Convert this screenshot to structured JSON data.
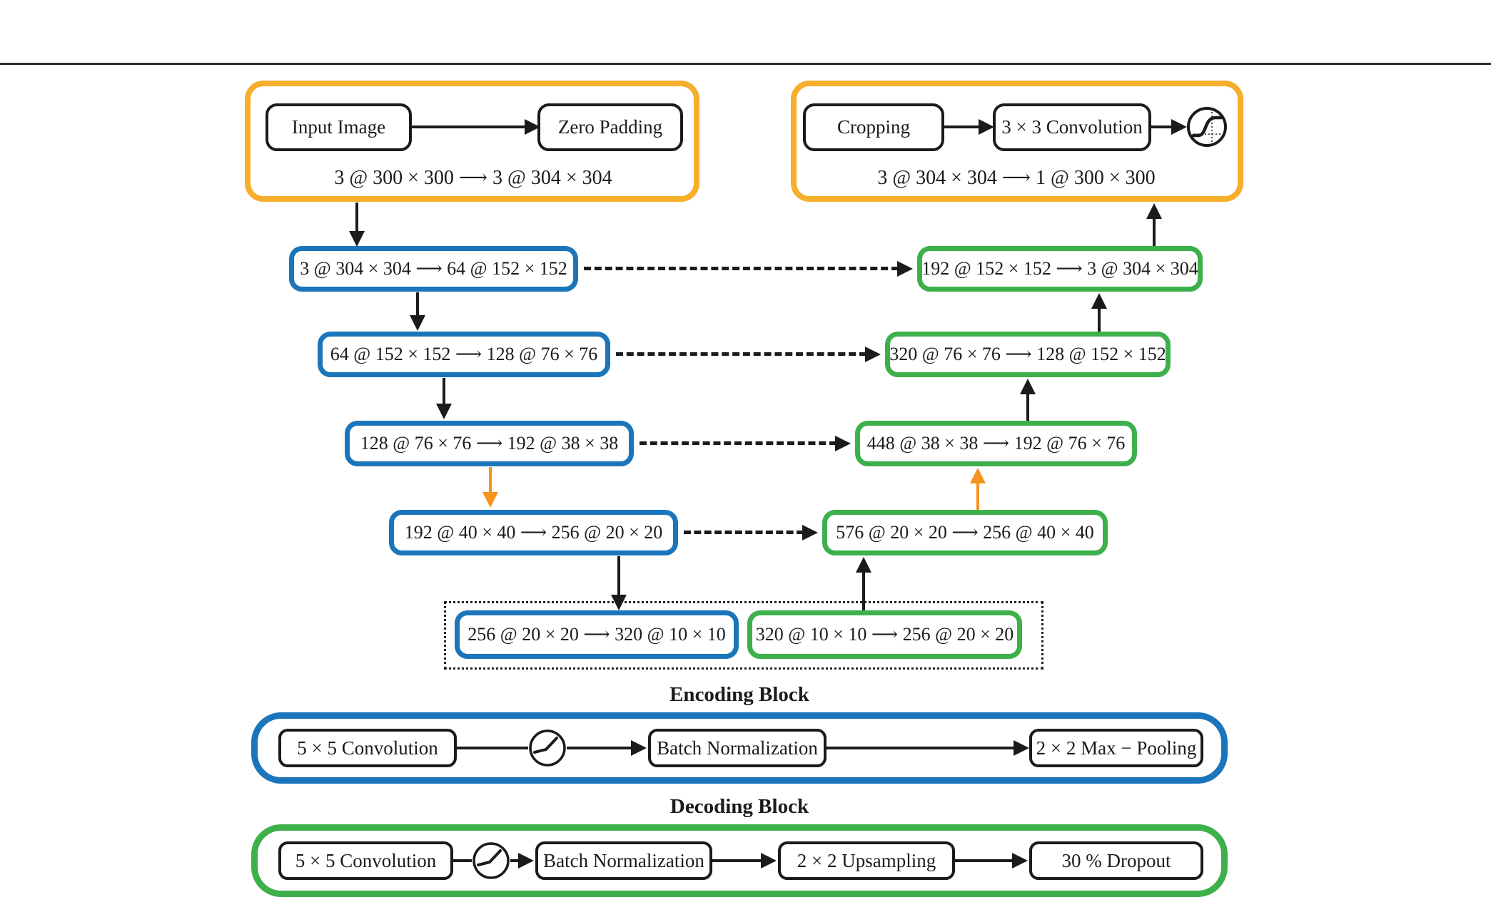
{
  "figure": {
    "type": "neural-network-architecture-diagram",
    "colors": {
      "io_frame_yellow": "#F5AF2B",
      "encoder_blue": "#1B75BB",
      "decoder_green": "#3DB04B",
      "skip_arrow_black": "#1b1b1b",
      "resize_arrow_orange": "#F6921E",
      "background": "#ffffff"
    }
  },
  "input_group": {
    "input_image_label": "Input Image",
    "zero_padding_label": "Zero Padding",
    "caption": "3 @ 300 × 300 ⟶ 3 @ 304 × 304"
  },
  "output_group": {
    "cropping_label": "Cropping",
    "convolution_label": "3 × 3 Convolution",
    "activation_icon": "sigmoid-icon",
    "caption": "3 @ 304 × 304 ⟶ 1 @ 300 × 300"
  },
  "encoder_path": [
    {
      "label": "3 @ 304 × 304 ⟶ 64 @ 152 × 152"
    },
    {
      "label": "64 @ 152 × 152 ⟶ 128 @ 76 × 76"
    },
    {
      "label": "128 @ 76 × 76 ⟶ 192 @ 38 × 38"
    },
    {
      "label": "192 @ 40 × 40 ⟶ 256 @ 20 × 20"
    }
  ],
  "bottleneck": {
    "encoder_label": "256 @ 20 × 20 ⟶ 320 @ 10 × 10",
    "decoder_label": "320 @ 10 × 10 ⟶ 256 @ 20 × 20"
  },
  "decoder_path": [
    {
      "label": "192 @ 152 × 152 ⟶ 3 @ 304 × 304"
    },
    {
      "label": "320 @ 76 × 76 ⟶ 128 @ 152 × 152"
    },
    {
      "label": "448 @ 38 × 38 ⟶ 192 @ 76 × 76"
    },
    {
      "label": "576 @ 20 × 20 ⟶ 256 @ 40 × 40"
    }
  ],
  "encoding_block": {
    "title": "Encoding Block",
    "conv_label": "5 × 5 Convolution",
    "activation_icon": "relu-icon",
    "batch_norm_label": "Batch Normalization",
    "pooling_label": "2 × 2 Max − Pooling"
  },
  "decoding_block": {
    "title": "Decoding Block",
    "conv_label": "5 × 5 Convolution",
    "activation_icon": "relu-icon",
    "batch_norm_label": "Batch Normalization",
    "upsampling_label": "2 × 2 Upsampling",
    "dropout_label": "30 % Dropout"
  }
}
